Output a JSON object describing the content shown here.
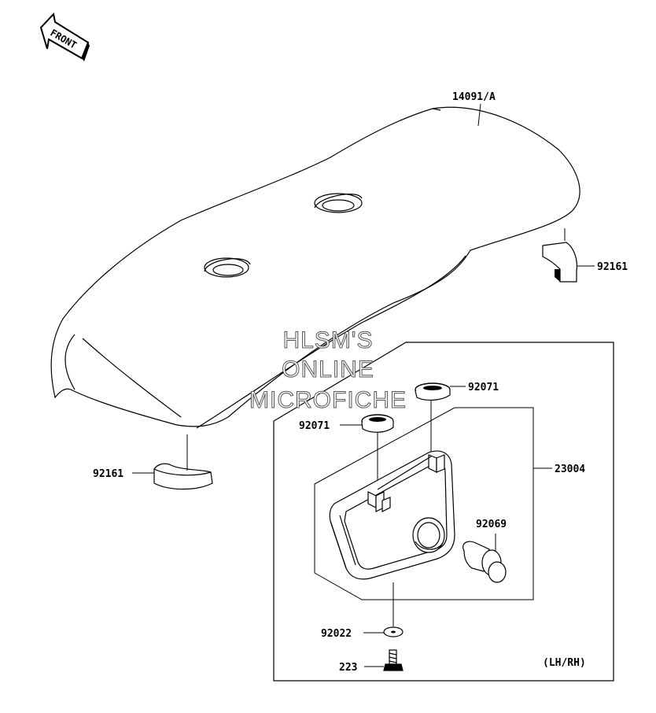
{
  "front_label": "FRONT",
  "watermark": {
    "line1": "HLSM'S",
    "line2": "ONLINE",
    "line3": "MICROFICHE"
  },
  "parts": {
    "seat": "14091/A",
    "cushion_right": "92161",
    "cushion_left": "92161",
    "grommet_upper": "92071",
    "grommet_lower": "92071",
    "taillight_assy": "23004",
    "bulb": "92069",
    "washer": "92022",
    "screw": "223"
  },
  "note": "(LH/RH)"
}
